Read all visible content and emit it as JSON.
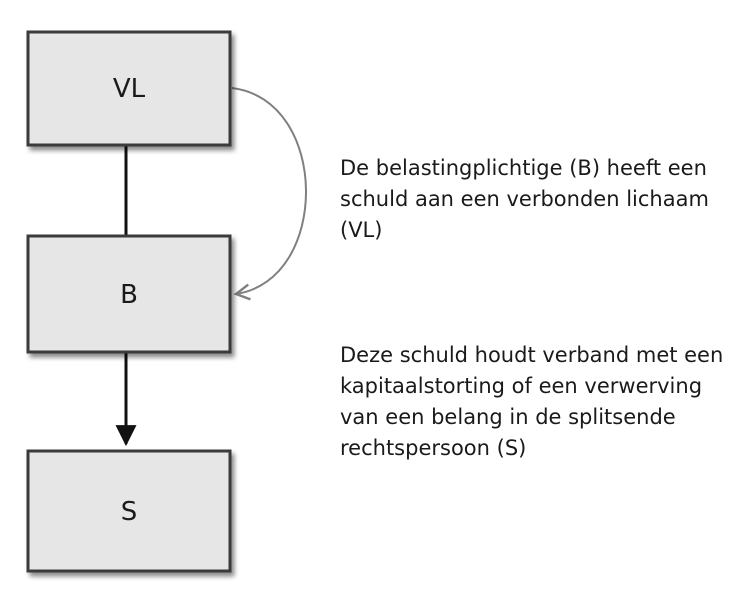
{
  "diagram": {
    "boxes": [
      {
        "id": "VL",
        "label": "VL"
      },
      {
        "id": "B",
        "label": "B"
      },
      {
        "id": "S",
        "label": "S"
      }
    ],
    "annotations": [
      {
        "id": "note-1",
        "text": "De belastingplichtige (B) heeft een schuld aan een verbonden lichaam (VL)"
      },
      {
        "id": "note-2",
        "text": "Deze schuld houdt verband met een kapitaalstorting of een verwerving van een belang in de splitsende rechtspersoon (S)"
      }
    ],
    "connections": [
      {
        "from": "VL",
        "to": "B",
        "style": "line"
      },
      {
        "from": "B",
        "to": "S",
        "style": "arrow"
      },
      {
        "from": "VL",
        "to": "B",
        "style": "curved-arrow"
      }
    ],
    "colors": {
      "box_fill": "#e6e6e6",
      "box_border": "#3a3a3a",
      "connector": "#111111",
      "curve": "#808080"
    }
  }
}
